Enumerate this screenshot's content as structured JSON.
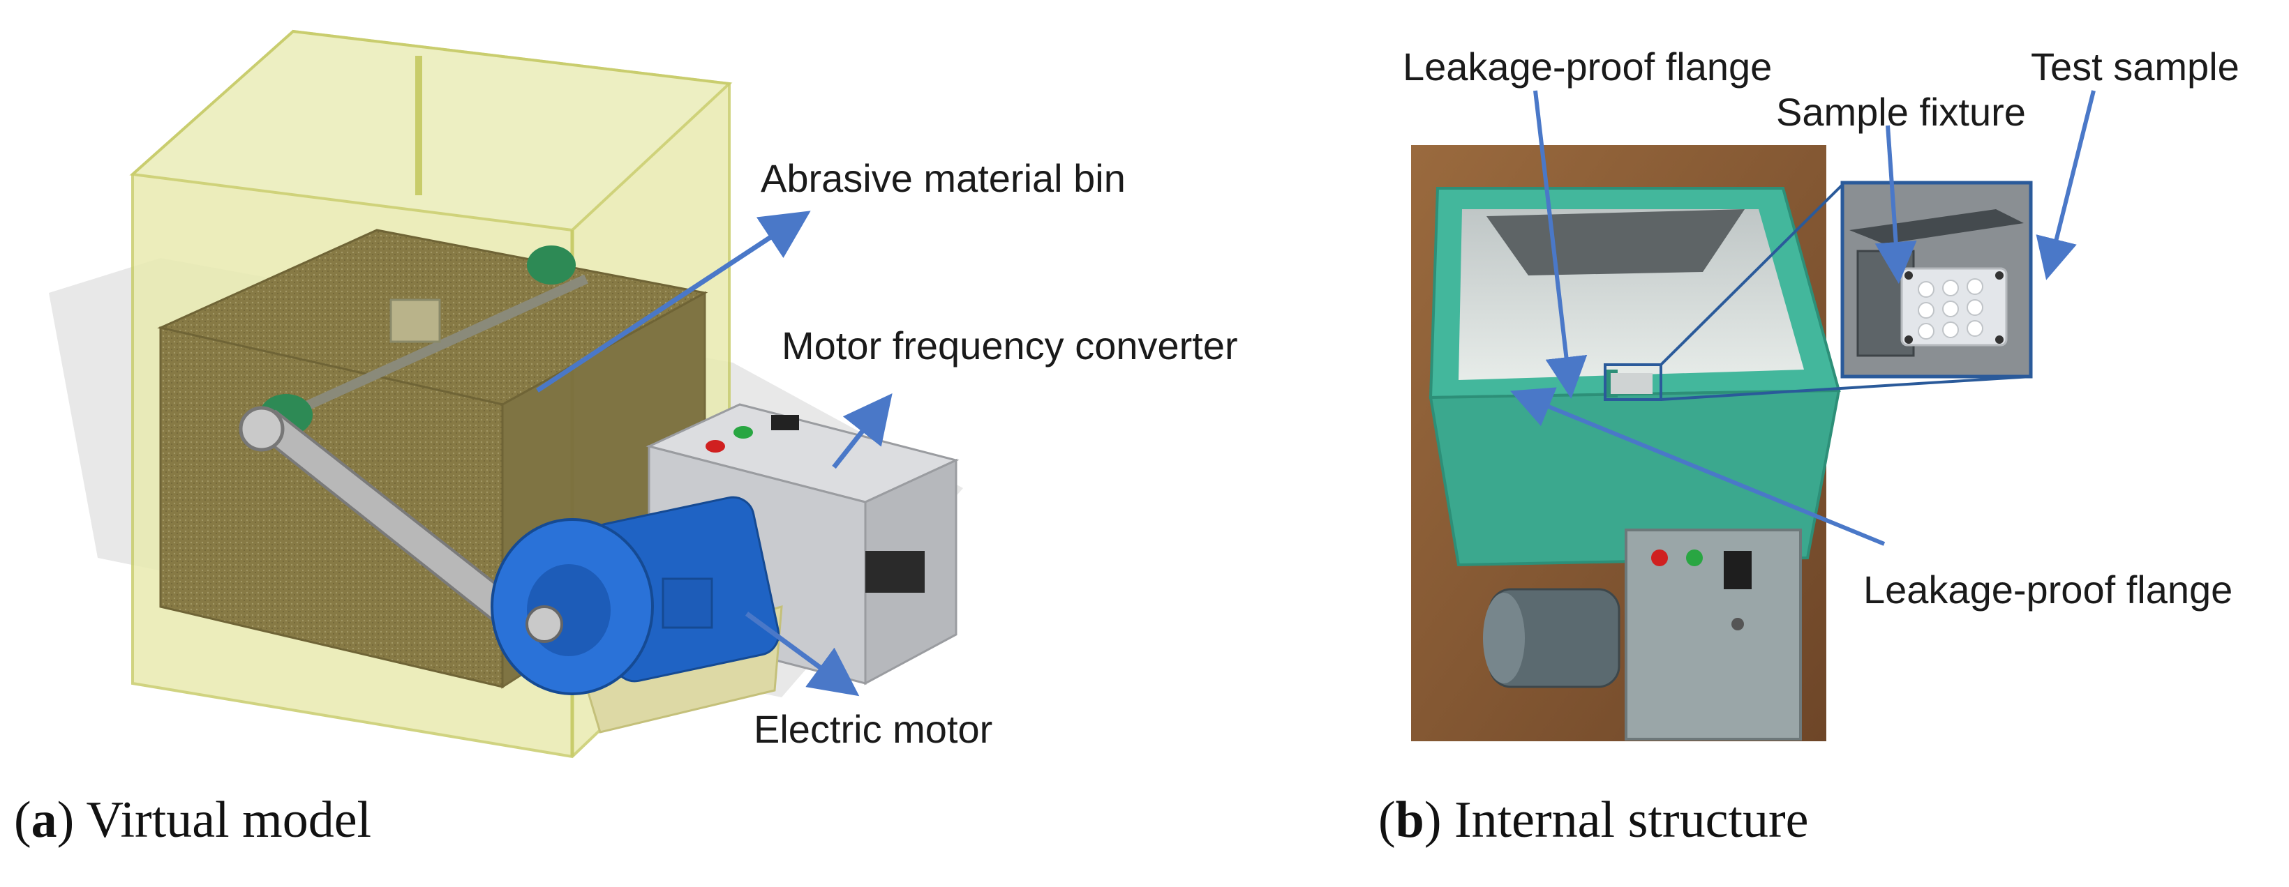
{
  "panel_a": {
    "caption_letter": "a",
    "caption_text": "Virtual model",
    "labels": {
      "abrasive_bin": "Abrasive material bin",
      "frequency_converter": "Motor frequency converter",
      "electric_motor": "Electric motor"
    }
  },
  "panel_b": {
    "caption_letter": "b",
    "caption_text": "Internal structure",
    "labels": {
      "flange_top": "Leakage-proof flange",
      "test_sample": "Test sample",
      "sample_fixture": "Sample fixture",
      "flange_right": "Leakage-proof flange"
    }
  },
  "colors": {
    "arrow": "#4a78c8",
    "bin_frame": "#d9dd8a",
    "abrasive": "#8a7e4a",
    "motor": "#1f63c4",
    "converter": "#c9cbcf",
    "tank_green": "#3fb59a",
    "photo_floor": "#8a5a34"
  }
}
